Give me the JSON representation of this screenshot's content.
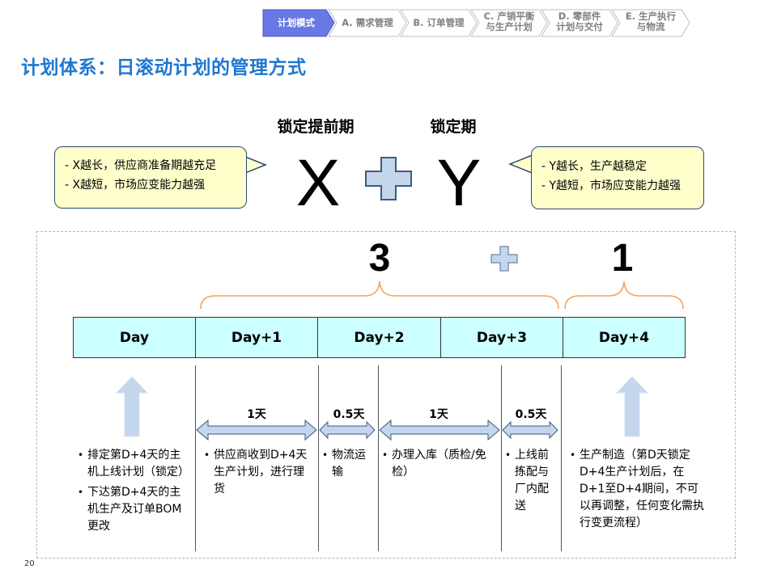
{
  "breadcrumb": [
    {
      "label": "计划模式",
      "active": true
    },
    {
      "label": "A. 需求管理",
      "active": false
    },
    {
      "label": "B. 订单管理",
      "active": false
    },
    {
      "label": "C. 产销平衡\n与生产计划",
      "active": false
    },
    {
      "label": "D. 零部件\n计划与交付",
      "active": false
    },
    {
      "label": "E. 生产执行\n与物流",
      "active": false
    }
  ],
  "page_title": "计划体系：日滚动计划的管理方式",
  "formula": {
    "left_label": "锁定提前期",
    "right_label": "锁定期",
    "left_letter": "X",
    "right_letter": "Y"
  },
  "left_bubble": [
    "- X越长，供应商准备期越充足",
    "- X越短，市场应变能力越强"
  ],
  "right_bubble": [
    "- Y越长，生产越稳定",
    "- Y越短，市场应变能力越强"
  ],
  "split": {
    "left_value": "3",
    "right_value": "1"
  },
  "days": [
    "Day",
    "Day+1",
    "Day+2",
    "Day+3",
    "Day+4"
  ],
  "durations": [
    "1天",
    "0.5天",
    "1天",
    "0.5天"
  ],
  "descriptions": {
    "day": [
      "排定第D+4天的主机上线计划（锁定）",
      "下达第D+4天的主机生产及订单BOM更改"
    ],
    "supplier": "供应商收到D+4天生产计划，进行理货",
    "logistics": "物流运输",
    "warehouse": "办理入库（质检/免检）",
    "picking": "上线前拣配与厂内配送",
    "production": "生产制造（第D天锁定D+4生产计划后，在D+1至D+4期间，不可以再调整，任何变化需执行变更流程）"
  },
  "page_number": "20",
  "colors": {
    "title": "#1f77d0",
    "active_crumb": "#6a78e6",
    "bubble_fill": "#ffffcc",
    "day_cell_fill": "#ccffff",
    "brace": "#f0a45a",
    "arrow_fill": "#c4d6ec",
    "plus_fill": "#c4d6ec"
  }
}
